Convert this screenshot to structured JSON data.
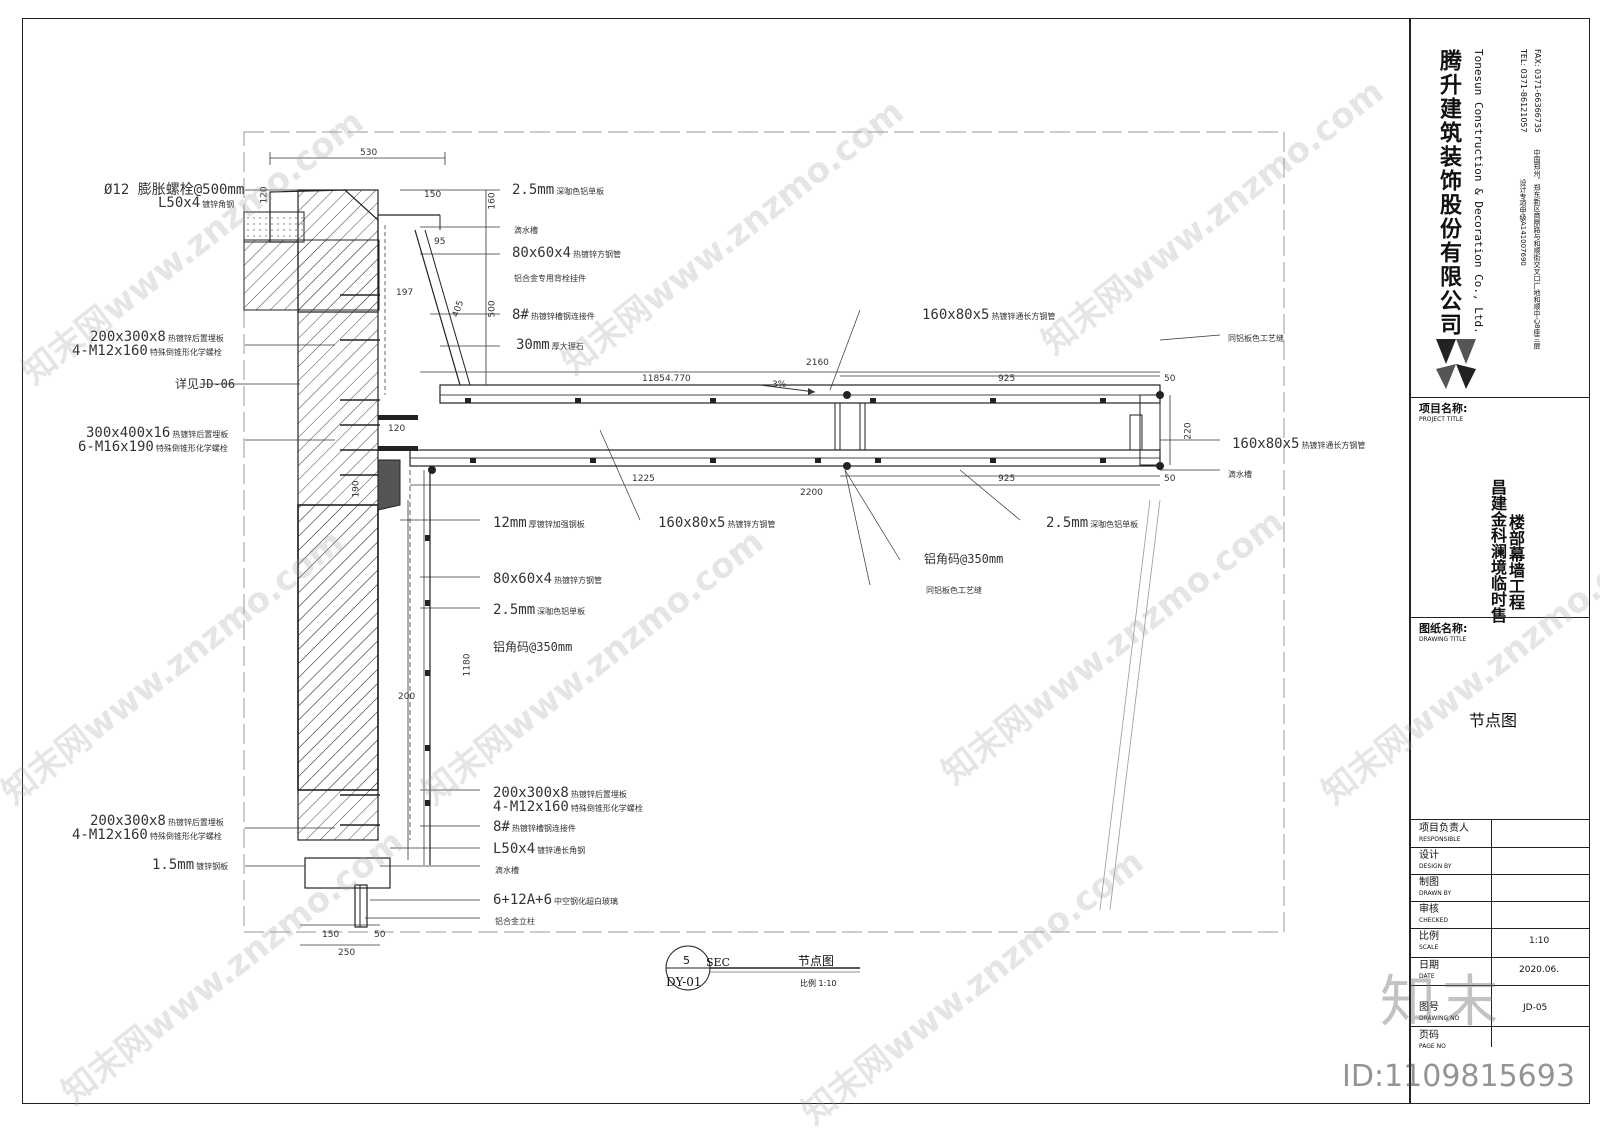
{
  "company": {
    "name_cn": "腾升建筑装饰股份有限公司",
    "name_en": "Tonesun Construction & Decoration Co., Ltd.",
    "tel": "TEL: 0371-86121057",
    "fax": "FAX: 0371-66366735",
    "license": "设计专项甲级A141007690",
    "address": "中国郑州，郑东新区商鼎路与和顺街交叉口广地和顺中心8座三层"
  },
  "title_block": {
    "project_label_cn": "项目名称:",
    "project_label_en": "PROJECT TITLE",
    "project_name_line1": "昌建金科澜境临时售",
    "project_name_line2": "楼部幕墙工程",
    "drawing_label_cn": "图纸名称:",
    "drawing_label_en": "DRAWING TITLE",
    "drawing_name": "节点图",
    "responsible_cn": "项目负责人",
    "responsible_en": "RESPONSIBLE",
    "design_cn": "设计",
    "design_en": "DESIGN BY",
    "drawn_cn": "制图",
    "drawn_en": "DRAWN BY",
    "checked_cn": "审核",
    "checked_en": "CHECKED",
    "scale_cn": "比例",
    "scale_en": "SCALE",
    "scale_value": "1:10",
    "date_cn": "日期",
    "date_en": "DATE",
    "date_value": "2020.06.",
    "drawing_no_cn": "图号",
    "drawing_no_en": "DRAWING NO",
    "drawing_no_value": "JD-05",
    "page_cn": "页码",
    "page_en": "PAGE NO"
  },
  "section_tag": {
    "number": "5",
    "type": "SEC",
    "ref": "DY-01",
    "title": "节点图",
    "scale": "比例 1:10"
  },
  "labels_left": [
    {
      "main": "Ø12 膨胀螺栓@500mm",
      "sub": ""
    },
    {
      "main": "L50x4",
      "sub": "镀锌角钢"
    },
    {
      "main": "200x300x8",
      "sub": "热镀锌后置埋板"
    },
    {
      "main": "4-M12x160",
      "sub": "特殊倒锥形化学螺栓"
    },
    {
      "main": "详见JD-06",
      "sub": ""
    },
    {
      "main": "300x400x16",
      "sub": "热镀锌后置埋板"
    },
    {
      "main": "6-M16x190",
      "sub": "特殊倒锥形化学螺栓"
    },
    {
      "main": "200x300x8",
      "sub": "热镀锌后置埋板"
    },
    {
      "main": "4-M12x160",
      "sub": "特殊倒锥形化学螺栓"
    },
    {
      "main": "1.5mm",
      "sub": "镀锌钢板"
    }
  ],
  "labels_right": [
    {
      "main": "2.5mm",
      "sub": "深咖色铝单板"
    },
    {
      "main": "",
      "sub": "滴水槽"
    },
    {
      "main": "80x60x4",
      "sub": "热镀锌方钢管"
    },
    {
      "main": "",
      "sub": "铝合金专用背栓挂件"
    },
    {
      "main": "8#",
      "sub": "热镀锌槽钢连接件"
    },
    {
      "main": "30mm",
      "sub": "厚大理石"
    },
    {
      "main": "160x80x5",
      "sub": "热镀锌通长方钢管"
    },
    {
      "main": "",
      "sub": "同铝板色工艺缝"
    },
    {
      "main": "160x80x5",
      "sub": "热镀锌通长方钢管"
    },
    {
      "main": "",
      "sub": "滴水槽"
    },
    {
      "main": "12mm",
      "sub": "厚镀锌加强钢板"
    },
    {
      "main": "160x80x5",
      "sub": "热镀锌方钢管"
    },
    {
      "main": "2.5mm",
      "sub": "深咖色铝单板"
    },
    {
      "main": "铝角码@350mm",
      "sub": ""
    },
    {
      "main": "",
      "sub": "同铝板色工艺缝"
    },
    {
      "main": "80x60x4",
      "sub": "热镀锌方钢管"
    },
    {
      "main": "2.5mm",
      "sub": "深咖色铝单板"
    },
    {
      "main": "铝角码@350mm",
      "sub": ""
    },
    {
      "main": "200x300x8",
      "sub": "热镀锌后置埋板"
    },
    {
      "main": "4-M12x160",
      "sub": "特殊倒锥形化学螺栓"
    },
    {
      "main": "8#",
      "sub": "热镀锌槽钢连接件"
    },
    {
      "main": "L50x4",
      "sub": "镀锌通长角钢"
    },
    {
      "main": "",
      "sub": "滴水槽"
    },
    {
      "main": "6+12A+6",
      "sub": "中空钢化超白玻璃"
    },
    {
      "main": "",
      "sub": "铝合金立柱"
    }
  ],
  "dimensions": {
    "d530": "530",
    "d120a": "120",
    "d150a": "150",
    "d160": "160",
    "d95": "95",
    "d500": "500",
    "d197": "197",
    "d405": "405",
    "d2160": "2160",
    "d1185": "1185",
    "d925a": "925",
    "d50a": "50",
    "d120b": "120",
    "d220": "220",
    "d1225": "1225",
    "d2200": "2200",
    "d925b": "925",
    "d50b": "50",
    "d1180": "1180",
    "d200": "200",
    "d150b": "150",
    "d50c": "50",
    "d250": "250",
    "d190": "190",
    "elev": "4.770",
    "slope": "3%"
  },
  "watermark": {
    "text": "知末网www.znzmo.com",
    "brand": "知末",
    "id": "ID:1109815693"
  }
}
